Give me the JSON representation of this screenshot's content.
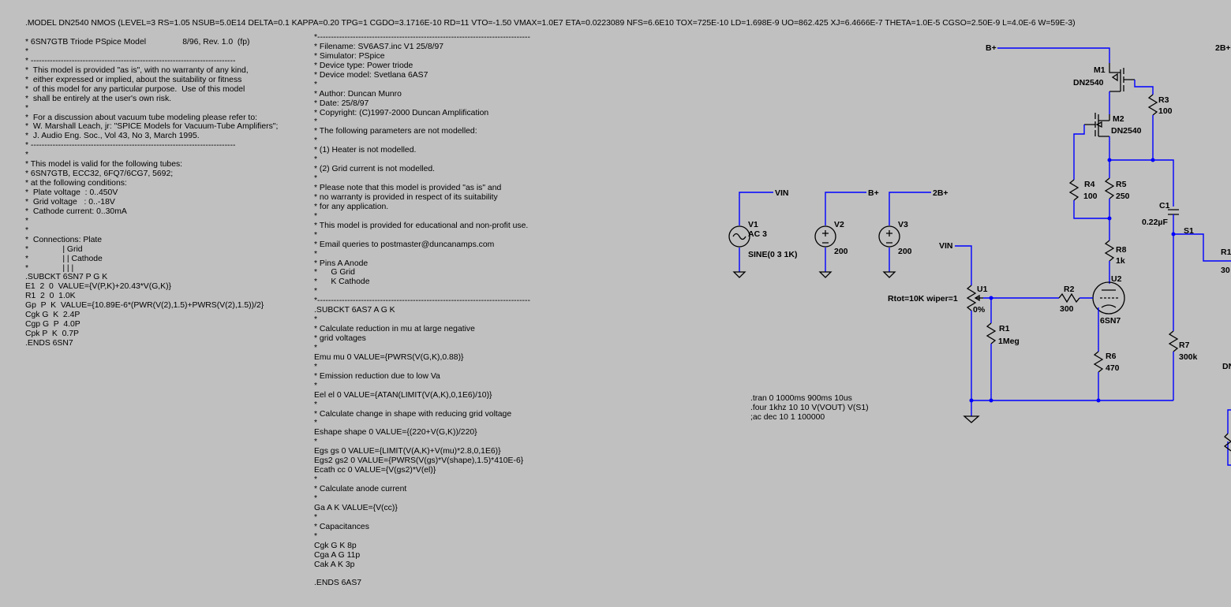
{
  "model_directive": ".MODEL DN2540 NMOS (LEVEL=3 RS=1.05 NSUB=5.0E14 DELTA=0.1 KAPPA=0.20 TPG=1 CGDO=3.1716E-10 RD=11 VTO=-1.50 VMAX=1.0E7 ETA=0.0223089 NFS=6.6E10 TOX=725E-10 LD=1.698E-9 UO=862.425 XJ=6.4666E-7 THETA=1.0E-5 CGSO=2.50E-9 L=4.0E-6 W=59E-3)",
  "model_6sn7": [
    "* 6SN7GTB Triode PSpice Model                8/96, Rev. 1.0  (fp)",
    "*",
    "* ---------------------------------------------------------------------------",
    "*  This model is provided \"as is\", with no warranty of any kind,",
    "*  either expressed or implied, about the suitability or fitness",
    "*  of this model for any particular purpose.  Use of this model",
    "*  shall be entirely at the user's own risk.",
    "*",
    "*  For a discussion about vacuum tube modeling please refer to:",
    "*  W. Marshall Leach, jr: \"SPICE Models for Vacuum-Tube Amplifiers\";",
    "*  J. Audio Eng. Soc., Vol 43, No 3, March 1995.",
    "* ---------------------------------------------------------------------------",
    "*",
    "* This model is valid for the following tubes:",
    "* 6SN7GTB, ECC32, 6FQ7/6CG7, 5692;",
    "* at the following conditions:",
    "*  Plate voltage  : 0..450V",
    "*  Grid voltage   : 0..-18V",
    "*  Cathode current: 0..30mA",
    "*",
    "*",
    "*  Connections: Plate",
    "*               | Grid",
    "*               | | Cathode",
    "*               | | |",
    ".SUBCKT 6SN7 P G K",
    "E1  2  0  VALUE={V(P,K)+20.43*V(G,K)}",
    "R1  2  0  1.0K",
    "Gp  P  K  VALUE={10.89E-6*(PWR(V(2),1.5)+PWRS(V(2),1.5))/2}",
    "Cgk G  K  2.4P",
    "Cgp G  P  4.0P",
    "Cpk P  K  0.7P",
    ".ENDS 6SN7"
  ],
  "model_6as7": [
    "*------------------------------------------------------------------------------",
    "* Filename: SV6AS7.inc V1 25/8/97",
    "* Simulator: PSpice",
    "* Device type: Power triode",
    "* Device model: Svetlana 6AS7",
    "*",
    "* Author: Duncan Munro",
    "* Date: 25/8/97",
    "* Copyright: (C)1997-2000 Duncan Amplification",
    "*",
    "* The following parameters are not modelled:",
    "*",
    "* (1) Heater is not modelled.",
    "*",
    "* (2) Grid current is not modelled.",
    "*",
    "* Please note that this model is provided \"as is\" and",
    "* no warranty is provided in respect of its suitability",
    "* for any application.",
    "*",
    "* This model is provided for educational and non-profit use.",
    "*",
    "* Email queries to postmaster@duncanamps.com",
    "*",
    "* Pins A Anode",
    "*      G Grid",
    "*      K Cathode",
    "*",
    "*------------------------------------------------------------------------------",
    ".SUBCKT 6AS7 A G K",
    "*",
    "* Calculate reduction in mu at large negative",
    "* grid voltages",
    "*",
    "Emu mu 0 VALUE={PWRS(V(G,K),0.88)}",
    "*",
    "* Emission reduction due to low Va",
    "*",
    "Eel el 0 VALUE={ATAN(LIMIT(V(A,K),0,1E6)/10)}",
    "*",
    "* Calculate change in shape with reducing grid voltage",
    "*",
    "Eshape shape 0 VALUE={(220+V(G,K))/220}",
    "*",
    "Egs gs 0 VALUE={LIMIT(V(A,K)+V(mu)*2.8,0,1E6)}",
    "Egs2 gs2 0 VALUE={PWRS(V(gs)*V(shape),1.5)*410E-6}",
    "Ecath cc 0 VALUE={V(gs2)*V(el)}",
    "*",
    "* Calculate anode current",
    "*",
    "Ga A K VALUE={V(cc)}",
    "*",
    "* Capacitances",
    "*",
    "Cgk G K 8p",
    "Cga A G 11p",
    "Cak A K 3p",
    "",
    ".ENDS 6AS7"
  ],
  "sim_directives": [
    ".tran 0 1000ms 900ms 10us",
    ".four 1khz 10 10 V(VOUT) V(S1)",
    ";ac dec 10 1 100000"
  ],
  "labels": {
    "vin_net": "VIN",
    "vin_net2": "VIN",
    "bplus_net": "B+",
    "bplus_net2": "B+",
    "b2plus_net": "2B+",
    "b2plus_net2": "2B+",
    "s1_net": "S1",
    "v1": "V1",
    "v1_ac": "AC 3",
    "v1_sine": "SINE(0 3 1K)",
    "v2": "V2",
    "v2_val": "200",
    "v3": "V3",
    "v3_val": "200",
    "m1": "M1",
    "m1_model": "DN2540",
    "m2": "M2",
    "m2_model": "DN2540",
    "r3": "R3",
    "r3_val": "100",
    "r4": "R4",
    "r4_val": "100",
    "r5": "R5",
    "r5_val": "250",
    "r8": "R8",
    "r8_val": "1k",
    "c1": "C1",
    "c1_val": "0.22µF",
    "u1": "U1",
    "u1_param": "Rtot=10K wiper=1",
    "u1_pct": "0%",
    "r1": "R1",
    "r1_val": "1Meg",
    "r2": "R2",
    "r2_val": "300",
    "u2": "U2",
    "u2_model": "6SN7",
    "r6": "R6",
    "r6_val": "470",
    "r7": "R7",
    "r7_val": "300k",
    "r1_right_partial": "R1",
    "r1_right_val_partial": "30",
    "dn_partial": "DN"
  },
  "colors": {
    "background": "#c0c0c0",
    "wire": "#0000ff",
    "component": "#000000",
    "text": "#000000"
  }
}
